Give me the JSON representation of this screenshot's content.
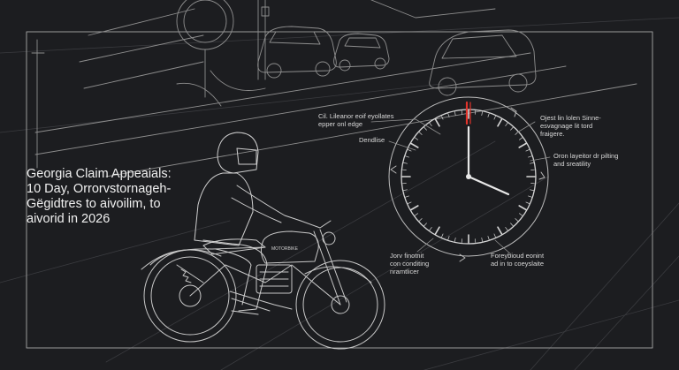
{
  "headline": {
    "lines": [
      "Georgia Claim Appeaials:",
      "10 Day, Orrorvstornageh-",
      "Gëgidtres to aivoilim, to",
      "aivorid in 2026"
    ]
  },
  "annotations": {
    "top_left": [
      "Cil. Lileanor eoif eyollates",
      "epper onl edge"
    ],
    "decline": "Dendlise",
    "top_right": [
      "Ojest lin lolen Sinne-",
      "esvagnage lit tord",
      "fraigere."
    ],
    "right": [
      "Oron layeitor dr pilting",
      "and sreatility"
    ],
    "bottom_left": [
      "Jorv finotnit",
      "con conditing",
      "nramtlicer"
    ],
    "bottom_right": [
      "Foreybioud eonint",
      "ad in to coeyslaite"
    ]
  },
  "bike": {
    "tank_label": "MOTORBIKE"
  },
  "colors": {
    "background": "#1c1d20",
    "line": "#bcbcbc",
    "accent": "#e2332b"
  },
  "clock": {
    "hour_hand": "12",
    "minute_hand": "21"
  }
}
